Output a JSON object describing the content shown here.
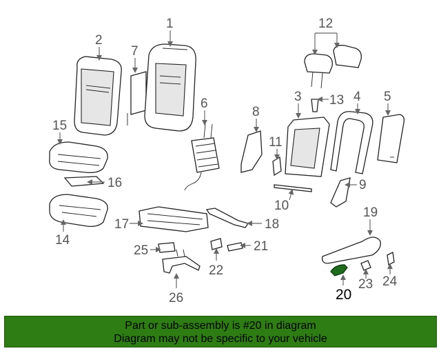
{
  "callouts": {
    "c1": "1",
    "c2": "2",
    "c3": "3",
    "c4": "4",
    "c5": "5",
    "c6": "6",
    "c7": "7",
    "c8": "8",
    "c9": "9",
    "c10": "10",
    "c11": "11",
    "c12": "12",
    "c13": "13",
    "c14": "14",
    "c15": "15",
    "c16": "16",
    "c17": "17",
    "c18": "18",
    "c19": "19",
    "c20": "20",
    "c21": "21",
    "c22": "22",
    "c23": "23",
    "c24": "24",
    "c25": "25",
    "c26": "26"
  },
  "highlighted_part": "20",
  "banner": {
    "line1": "Part or sub-assembly is #20 in diagram",
    "line2": "Diagram may not be specific to your vehicle"
  },
  "colors": {
    "banner_background": "#2e7d14",
    "highlight": "#1e6b1e",
    "lines": "#666666"
  }
}
